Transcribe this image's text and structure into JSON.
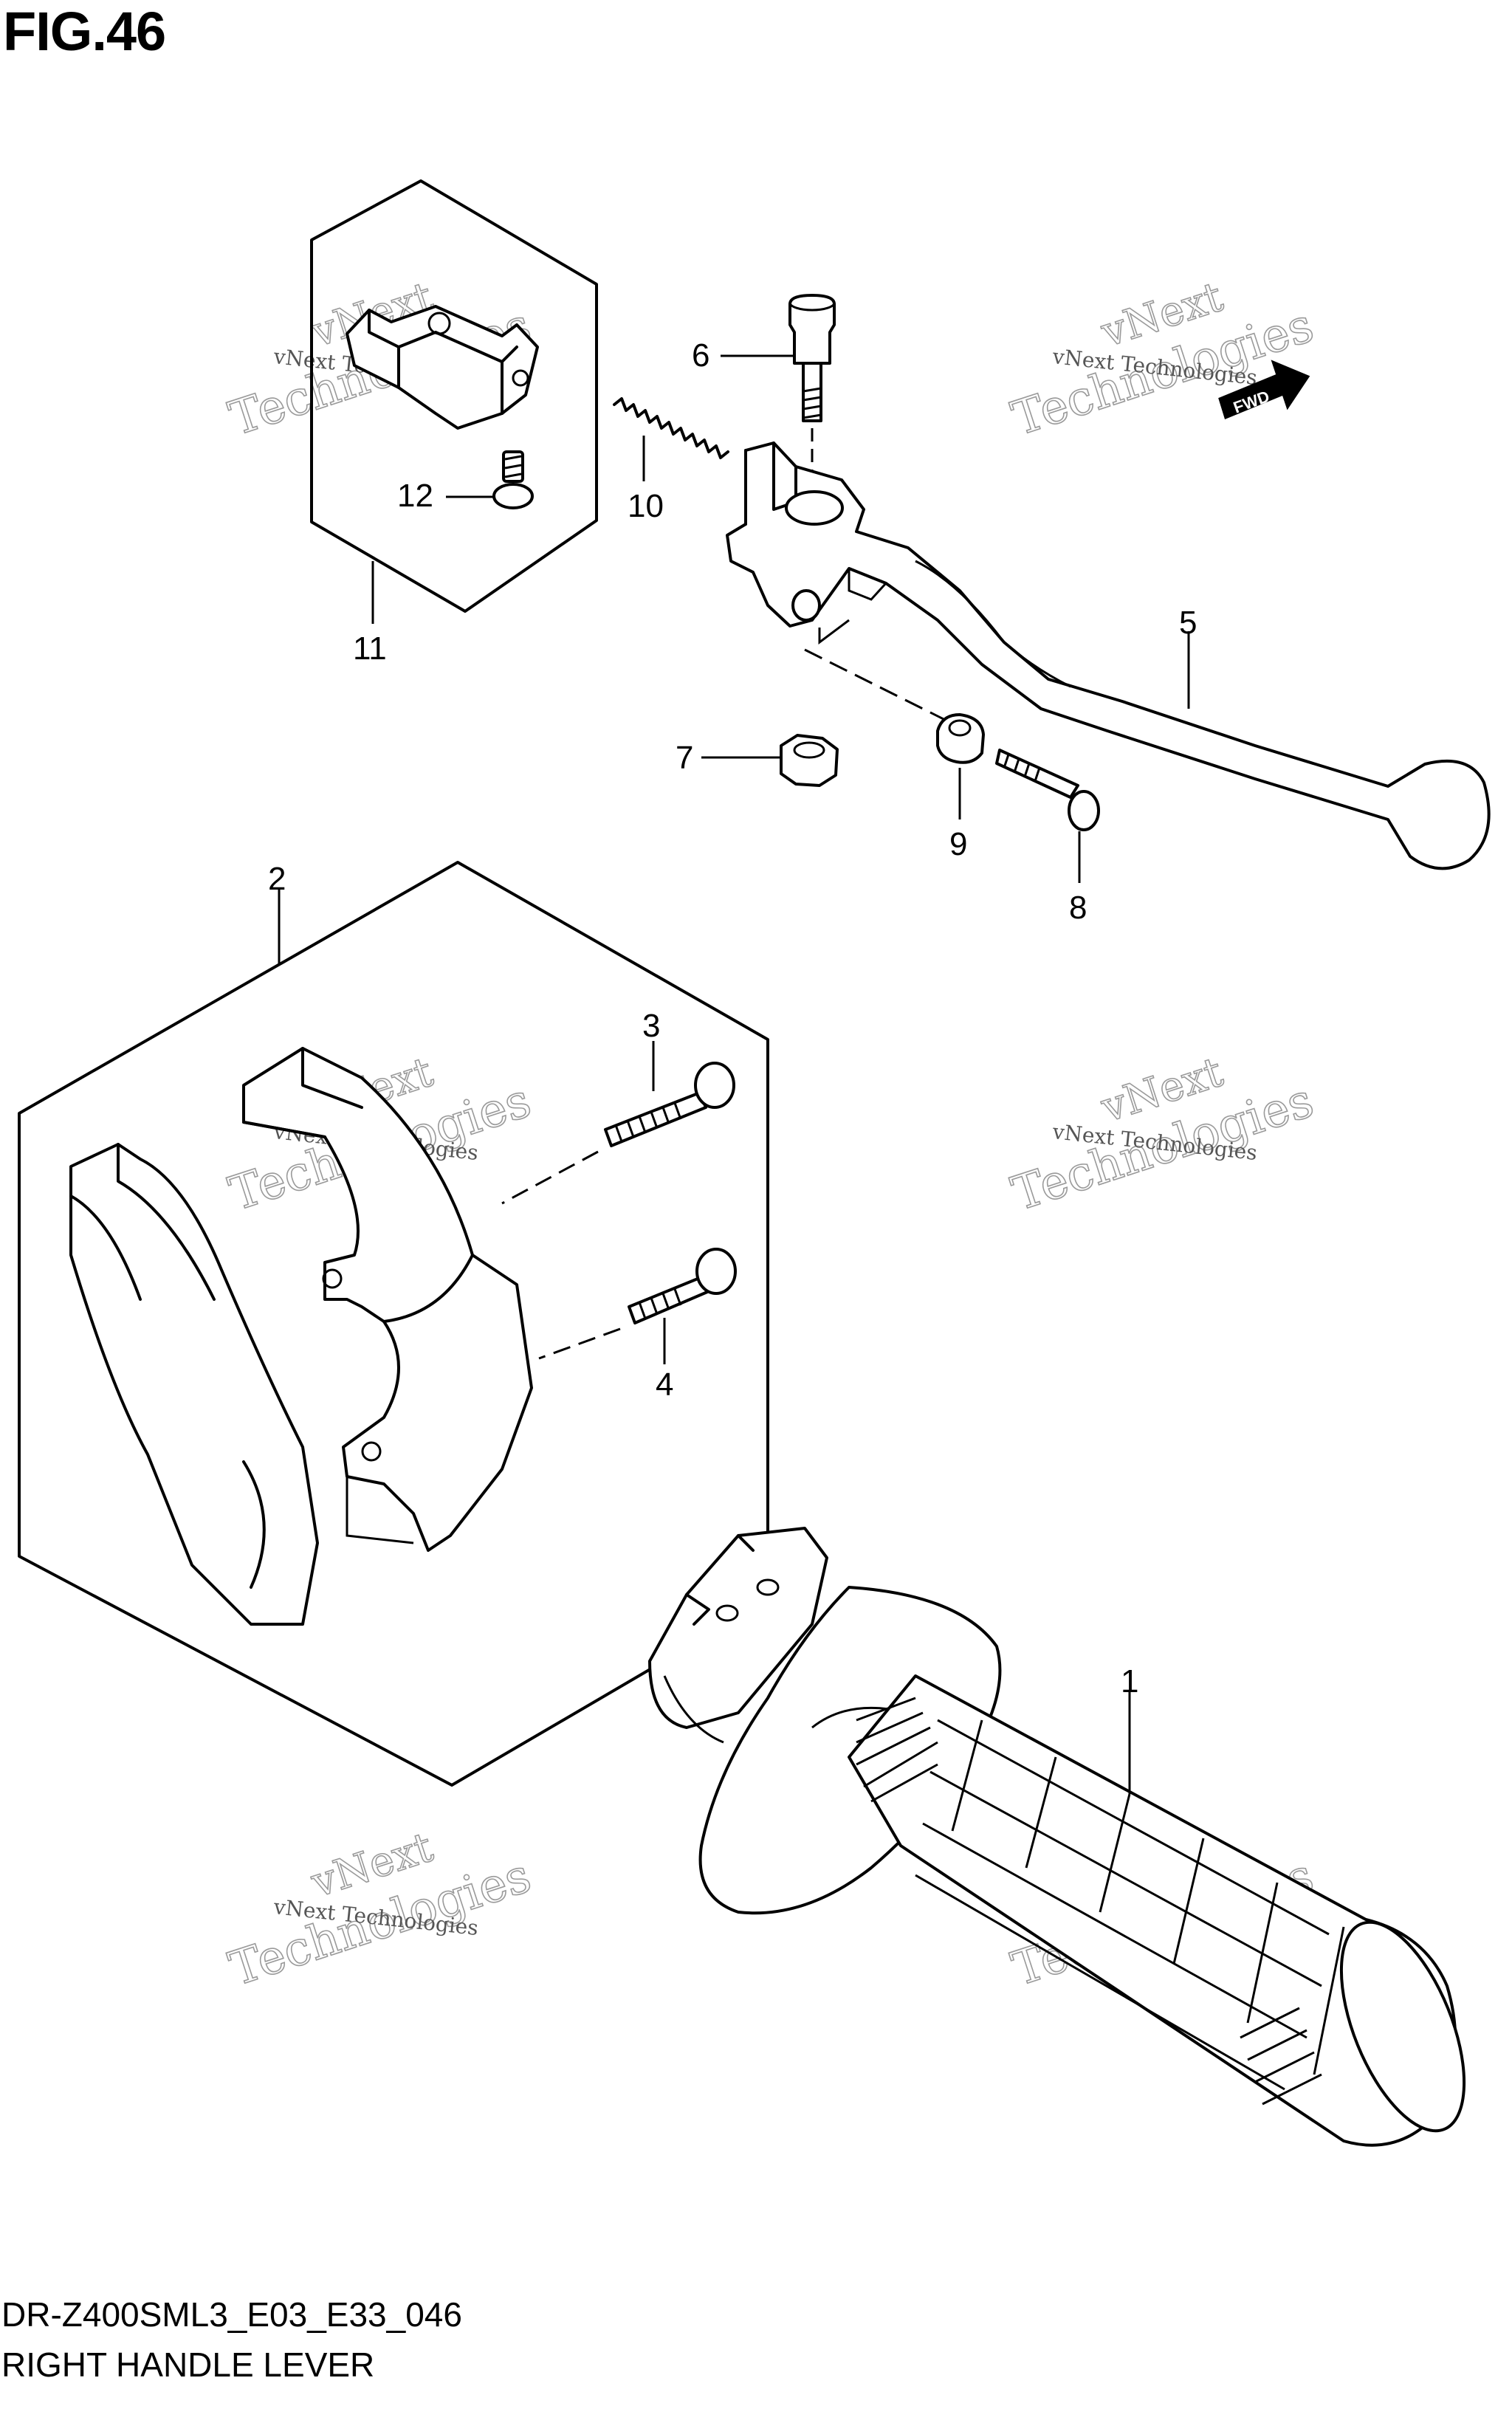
{
  "figure": {
    "title": "FIG.46",
    "model_code": "DR-Z400SML3_E03_E33_046",
    "diagram_name": "RIGHT HANDLE LEVER"
  },
  "callouts": [
    "1",
    "2",
    "3",
    "4",
    "5",
    "6",
    "7",
    "8",
    "9",
    "10",
    "11",
    "12"
  ],
  "fwd_label": "FWD",
  "watermark": {
    "line1": "vNext Technologies",
    "big1": "vNext",
    "big2": "Technologies"
  }
}
